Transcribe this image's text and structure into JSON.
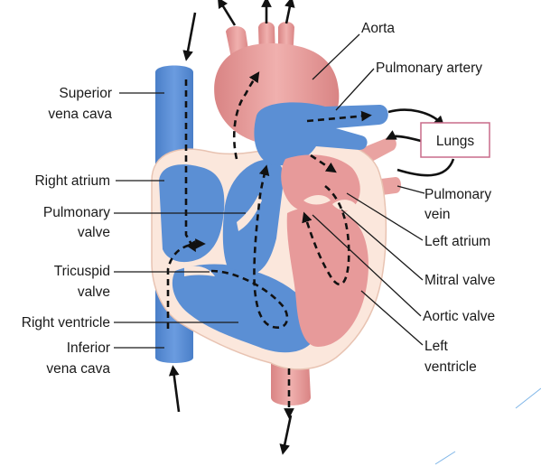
{
  "labels": {
    "superior_vena_cava": [
      "Superior",
      "vena cava"
    ],
    "right_atrium": "Right atrium",
    "pulmonary_valve": [
      "Pulmonary",
      "valve"
    ],
    "tricuspid_valve": [
      "Tricuspid",
      "valve"
    ],
    "right_ventricle": "Right ventricle",
    "inferior_vena_cava": [
      "Inferior",
      "vena cava"
    ],
    "aorta": "Aorta",
    "pulmonary_artery": "Pulmonary artery",
    "lungs": "Lungs",
    "pulmonary_vein": [
      "Pulmonary",
      "vein"
    ],
    "left_atrium": "Left atrium",
    "mitral_valve": "Mitral valve",
    "aortic_valve": "Aortic valve",
    "left_ventricle": [
      "Left",
      "ventricle"
    ]
  },
  "colors": {
    "deoxygenated": "#5b8fd4",
    "oxygenated": "#e79a9a",
    "myocardium": "#fbe7dc",
    "lungs_border": "#c96b8a"
  }
}
